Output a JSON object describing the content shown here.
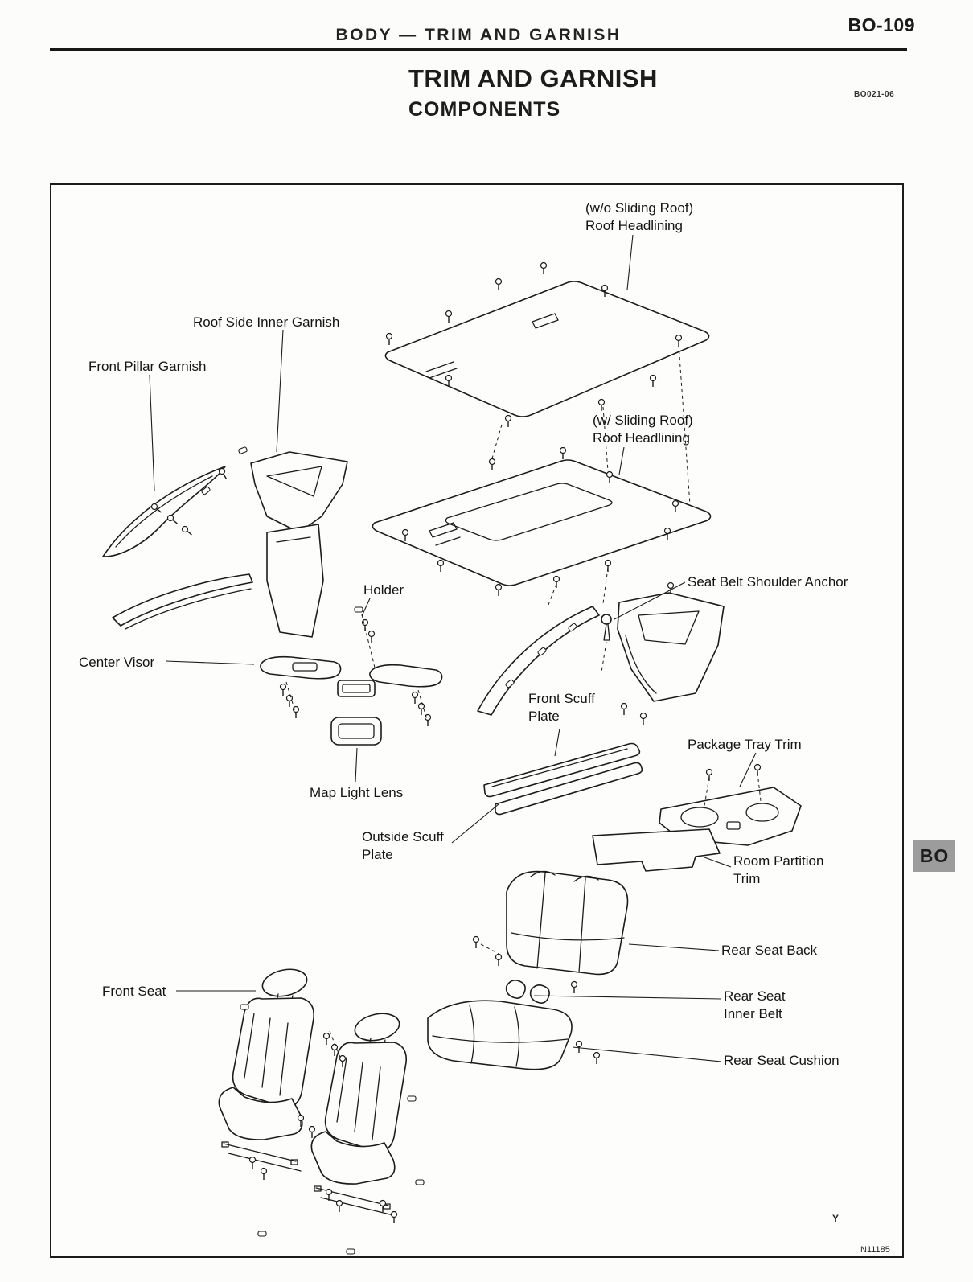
{
  "page": {
    "header": {
      "section_title": "BODY — TRIM AND GARNISH",
      "page_number": "BO-109"
    },
    "title": "TRIM AND GARNISH",
    "subtitle": "COMPONENTS",
    "doc_code": "BO021-06",
    "side_tab": "BO",
    "figure_mark": "Y",
    "figure_code": "N11185"
  },
  "diagram": {
    "labels": [
      {
        "text": "(w/o Sliding Roof)\nRoof Headlining"
      },
      {
        "text": "Roof Side Inner Garnish"
      },
      {
        "text": "Front Pillar Garnish"
      },
      {
        "text": "(w/ Sliding Roof)\nRoof Headlining"
      },
      {
        "text": "Seat Belt Shoulder Anchor"
      },
      {
        "text": "Holder"
      },
      {
        "text": "Center Visor"
      },
      {
        "text": "Front Scuff\nPlate"
      },
      {
        "text": "Package Tray Trim"
      },
      {
        "text": "Map Light Lens"
      },
      {
        "text": "Outside Scuff\nPlate"
      },
      {
        "text": "Room Partition\nTrim"
      },
      {
        "text": "Rear Seat Back"
      },
      {
        "text": "Front Seat"
      },
      {
        "text": "Rear Seat\nInner Belt"
      },
      {
        "text": "Rear Seat Cushion"
      }
    ]
  }
}
